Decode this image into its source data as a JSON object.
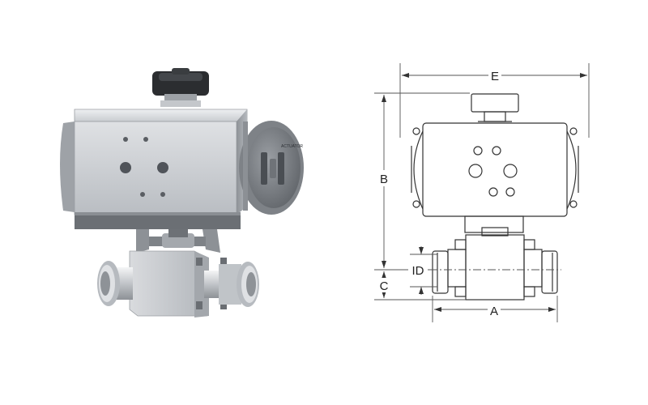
{
  "colors": {
    "background": "#ffffff",
    "housing_light": "#d4d6d9",
    "housing_mid": "#a9adb2",
    "housing_dark": "#6b6f74",
    "knob": "#2b2d30",
    "drawing_line": "#333333",
    "dimension_line": "#555555"
  },
  "photo": {
    "endcap_text": "ACTUATOR"
  },
  "drawing": {
    "dimensions": {
      "E": "E",
      "B": "B",
      "ID": "ID",
      "C": "C",
      "A": "A"
    }
  }
}
